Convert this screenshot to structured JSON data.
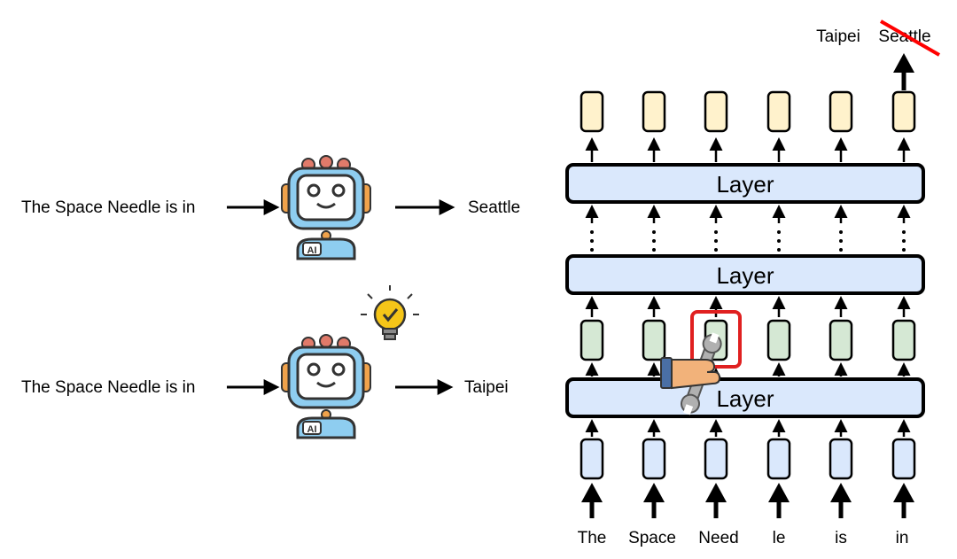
{
  "left": {
    "rows": [
      {
        "input": "The Space Needle is in",
        "output": "Seattle",
        "edited": false
      },
      {
        "input": "The Space Needle is in",
        "output": "Taipei",
        "edited": true
      }
    ],
    "robot_badge": "AI"
  },
  "right": {
    "layer_label": "Layer",
    "tokens": [
      "The",
      "Space",
      "Need",
      "le",
      "is",
      "in"
    ],
    "prediction_new": "Taipei",
    "prediction_old": "Seattle"
  },
  "colors": {
    "layer_fill": "#dae8fc",
    "output_cell": "#fff2cc",
    "hidden_cell": "#d5e8d4",
    "input_cell": "#dae8fc",
    "highlight": "#e02020",
    "strike": "#ff0000",
    "robot_body": "#8ecdf0",
    "robot_dark": "#3a3a3a",
    "bulb": "#f5c518"
  }
}
